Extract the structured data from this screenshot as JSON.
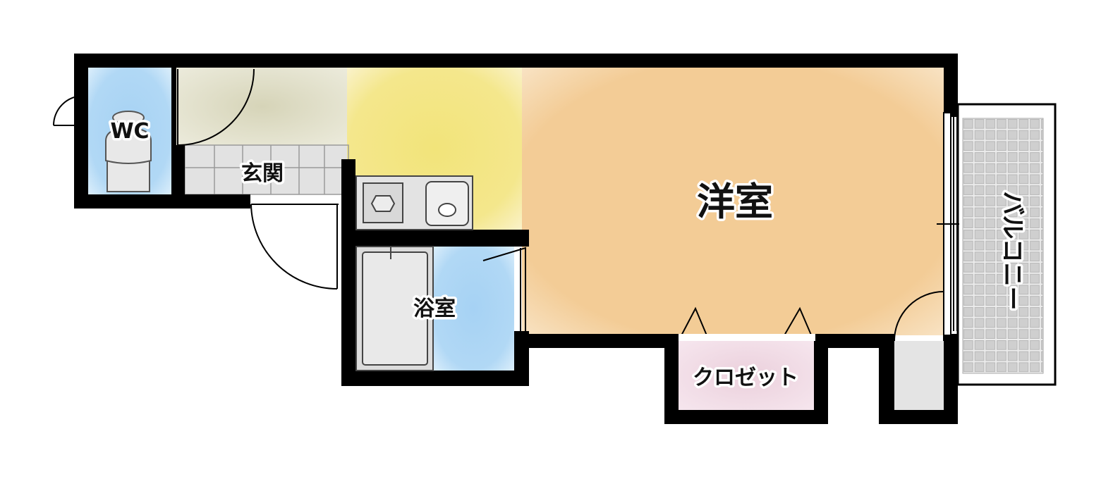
{
  "rooms": {
    "wc": "WC",
    "genkan": "玄関",
    "western_room": "洋室",
    "bathroom": "浴室",
    "closet": "クロゼット",
    "balcony": "バルコニー"
  },
  "colors": {
    "wall": "#000000",
    "wc_floor": "#a9d4f5",
    "genkan_floor": "#d9d7bd",
    "kitchen_floor": "#f4e47e",
    "western_floor": "#f3cf9c",
    "bath_floor": "#a9d4f5",
    "closet_floor": "#ecd3df",
    "balcony_grid": "#cccccc",
    "fixture": "#e0e0e0"
  }
}
